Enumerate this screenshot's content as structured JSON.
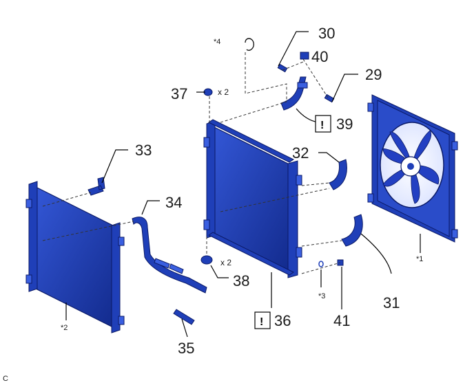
{
  "callouts": {
    "p29": "29",
    "p30": "30",
    "p31": "31",
    "p32": "32",
    "p33": "33",
    "p34": "34",
    "p35": "35",
    "p36": "36",
    "p37": "37",
    "p38": "38",
    "p39": "39",
    "p40": "40",
    "p41": "41"
  },
  "notes": {
    "n1": "*1",
    "n2": "*2",
    "n3": "*3",
    "n4": "*4"
  },
  "quantities": {
    "q37": "x 2",
    "q38": "x 2"
  },
  "warning_symbol": "!",
  "corner_label": "C",
  "colors": {
    "part_blue": "#1f3fb8",
    "outline": "#0b1a66"
  }
}
